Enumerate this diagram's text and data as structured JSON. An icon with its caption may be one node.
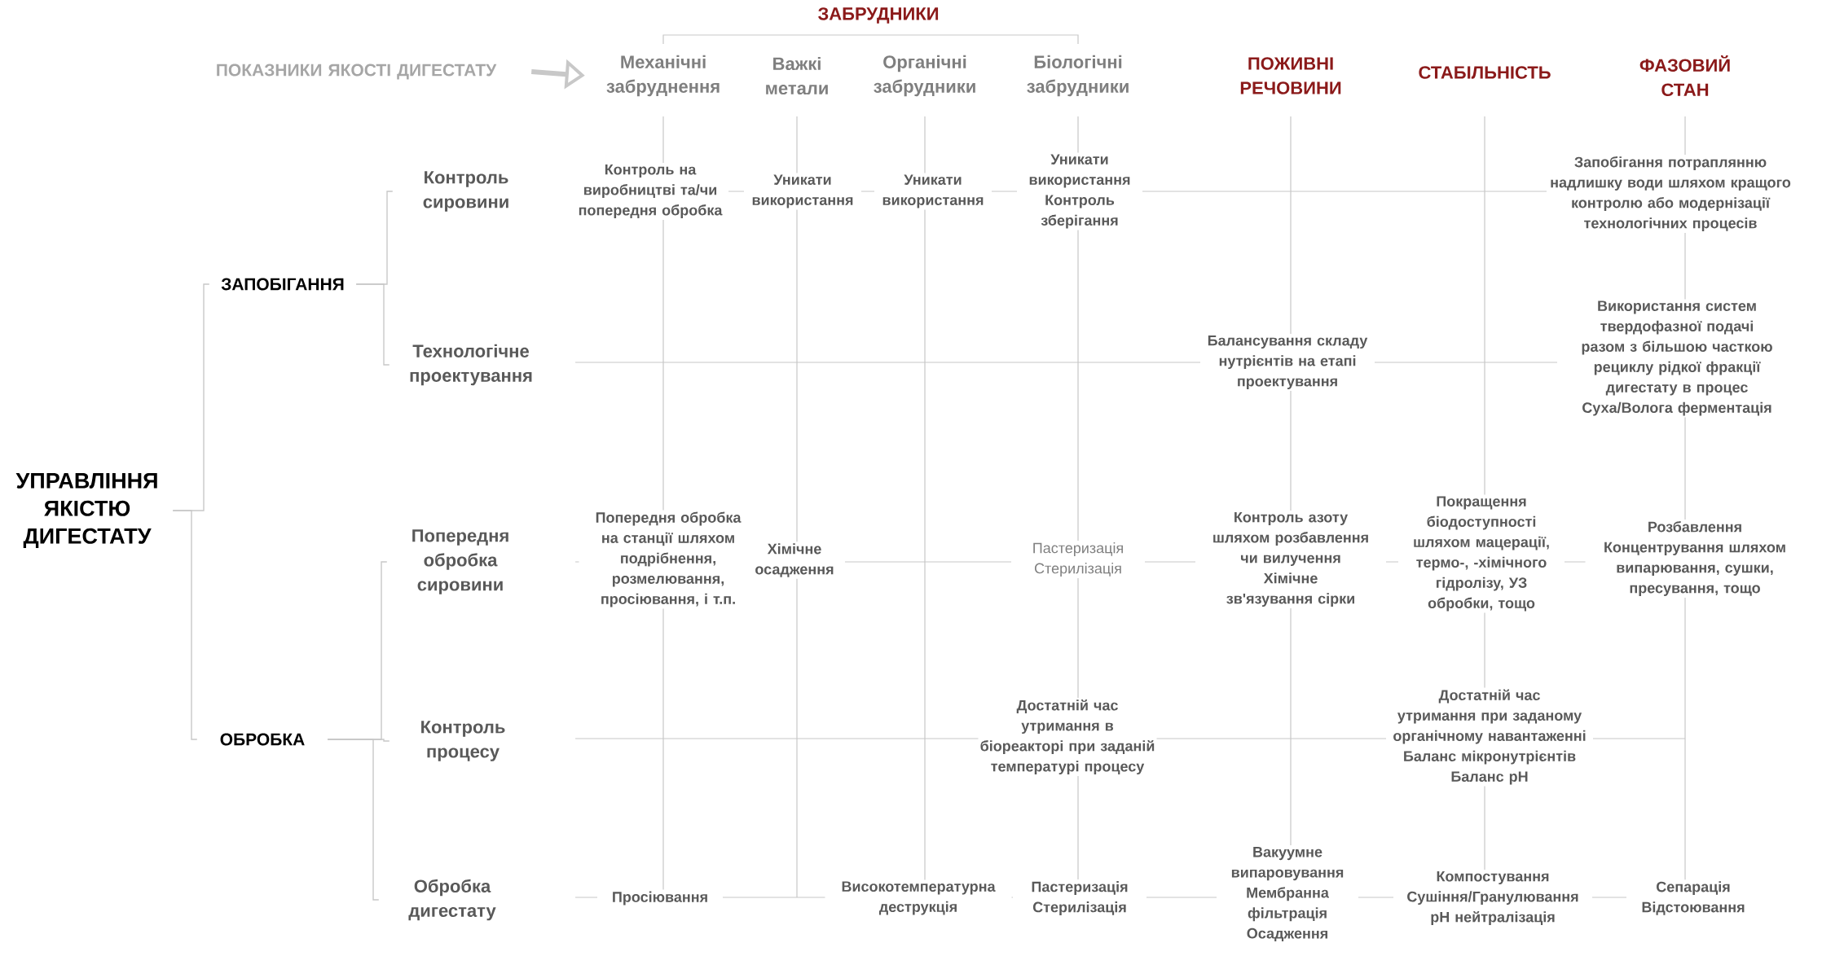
{
  "diagram": {
    "nodes": [
      {
        "text": [
          "УПРАВЛІННЯ ЯКІСТЮ ДИГЕСТАТУ"
        ]
      },
      {
        "text": [
          "ЗАПОБІГАННЯ"
        ]
      },
      {
        "text": [
          "ОБРОБКА"
        ]
      },
      {
        "text": [
          "Контроль сировини"
        ]
      },
      {
        "text": [
          "Технологічне проектування"
        ]
      },
      {
        "text": [
          "Попередня обробка сировини"
        ]
      },
      {
        "text": [
          "Контроль процесу"
        ]
      },
      {
        "text": [
          "Обробка дигестату"
        ]
      },
      {
        "text": [
          "ПОКАЗНИКИ ЯКОСТІ ДИГЕСТАТУ"
        ]
      },
      {
        "text": [
          "Механічні забруднення"
        ]
      },
      {
        "text": [
          "Важкі метали"
        ]
      },
      {
        "text": [
          "Органічні забрудники"
        ]
      },
      {
        "text": [
          "Біологічні забрудники"
        ]
      },
      {
        "text": [
          "ПОЖИВНІ РЕЧОВИНИ"
        ]
      },
      {
        "text": [
          "СТАБІЛЬНІСТЬ"
        ]
      },
      {
        "text": [
          "ФАЗОВИЙ СТАН"
        ]
      },
      {
        "text": [
          "Контроль на виробництві та/чи попередня обробка"
        ]
      },
      {
        "text": [
          "Уникати використання"
        ]
      },
      {
        "text": [
          "Уникати використання"
        ]
      },
      {
        "text": [
          "Уникати використання",
          "Контроль зберігання"
        ]
      },
      {
        "text": [
          "Запобігання потраплянню надлишку води шляхом кращого контролю або модернізації технологічних процесів"
        ]
      },
      {
        "text": [
          "Балансування складу нутрієнтів на етапі проектування"
        ]
      },
      {
        "text": [
          "Використання систем твердофазної подачі разом з більшою часткою рециклу рідкої фракції дигестату в процес Суха/Волога ферментація"
        ]
      },
      {
        "text": [
          "Попередня обробка на станції шляхом подрібнення, розмелювання, просіювання, і т.п."
        ]
      },
      {
        "text": [
          "Хімічне осадження"
        ]
      },
      {
        "text": [
          "Пастеризація",
          "Стерилізація"
        ]
      },
      {
        "text": [
          "Контроль азоту шляхом розбавлення чи вилучення",
          "Хімічне зв'язування сірки"
        ]
      },
      {
        "text": [
          "Покращення біодоступності шляхом мацерації, термо-, -хімічного гідролізу, УЗ обробки, тощо"
        ]
      },
      {
        "text": [
          "Розбавлення",
          "Концентрування шляхом випарювання, сушки, пресування, тощо"
        ]
      },
      {
        "text": [
          "Достатній час утримання в біореакторі при заданій температурі процесу"
        ]
      },
      {
        "text": [
          "Достатній час утримання при заданому органічному навантаженні",
          "Баланс мікронутрієнтів",
          "Баланс pH"
        ]
      },
      {
        "text": [
          "Просіювання"
        ]
      },
      {
        "text": [
          "Високотемпературна деструкція"
        ]
      },
      {
        "text": [
          "Пастеризація",
          "Стерилізація"
        ]
      },
      {
        "text": [
          "Вакуумне випаровування",
          "Мембранна фільтрація",
          "Осадження"
        ]
      },
      {
        "text": [
          "Компостування",
          "Сушіння/Гранулювання",
          "pH нейтралізація"
        ]
      },
      {
        "text": [
          "Сепарація",
          "Відстоювання"
        ]
      }
    ],
    "edges": [
      {
        "from": 0,
        "to": 1,
        "arrow": "none"
      },
      {
        "from": 0,
        "to": 2,
        "arrow": "none"
      },
      {
        "from": 1,
        "to": 3,
        "arrow": "none"
      },
      {
        "from": 1,
        "to": 4,
        "arrow": "none"
      },
      {
        "from": 2,
        "to": 5,
        "arrow": "none"
      },
      {
        "from": 2,
        "to": 6,
        "arrow": "none"
      },
      {
        "from": 2,
        "to": 7,
        "arrow": "none"
      },
      {
        "from": 8,
        "to": 9,
        "arrow": "to",
        "style": "thick"
      }
    ],
    "labels": [
      "ЗАБРУДНИКИ"
    ]
  }
}
